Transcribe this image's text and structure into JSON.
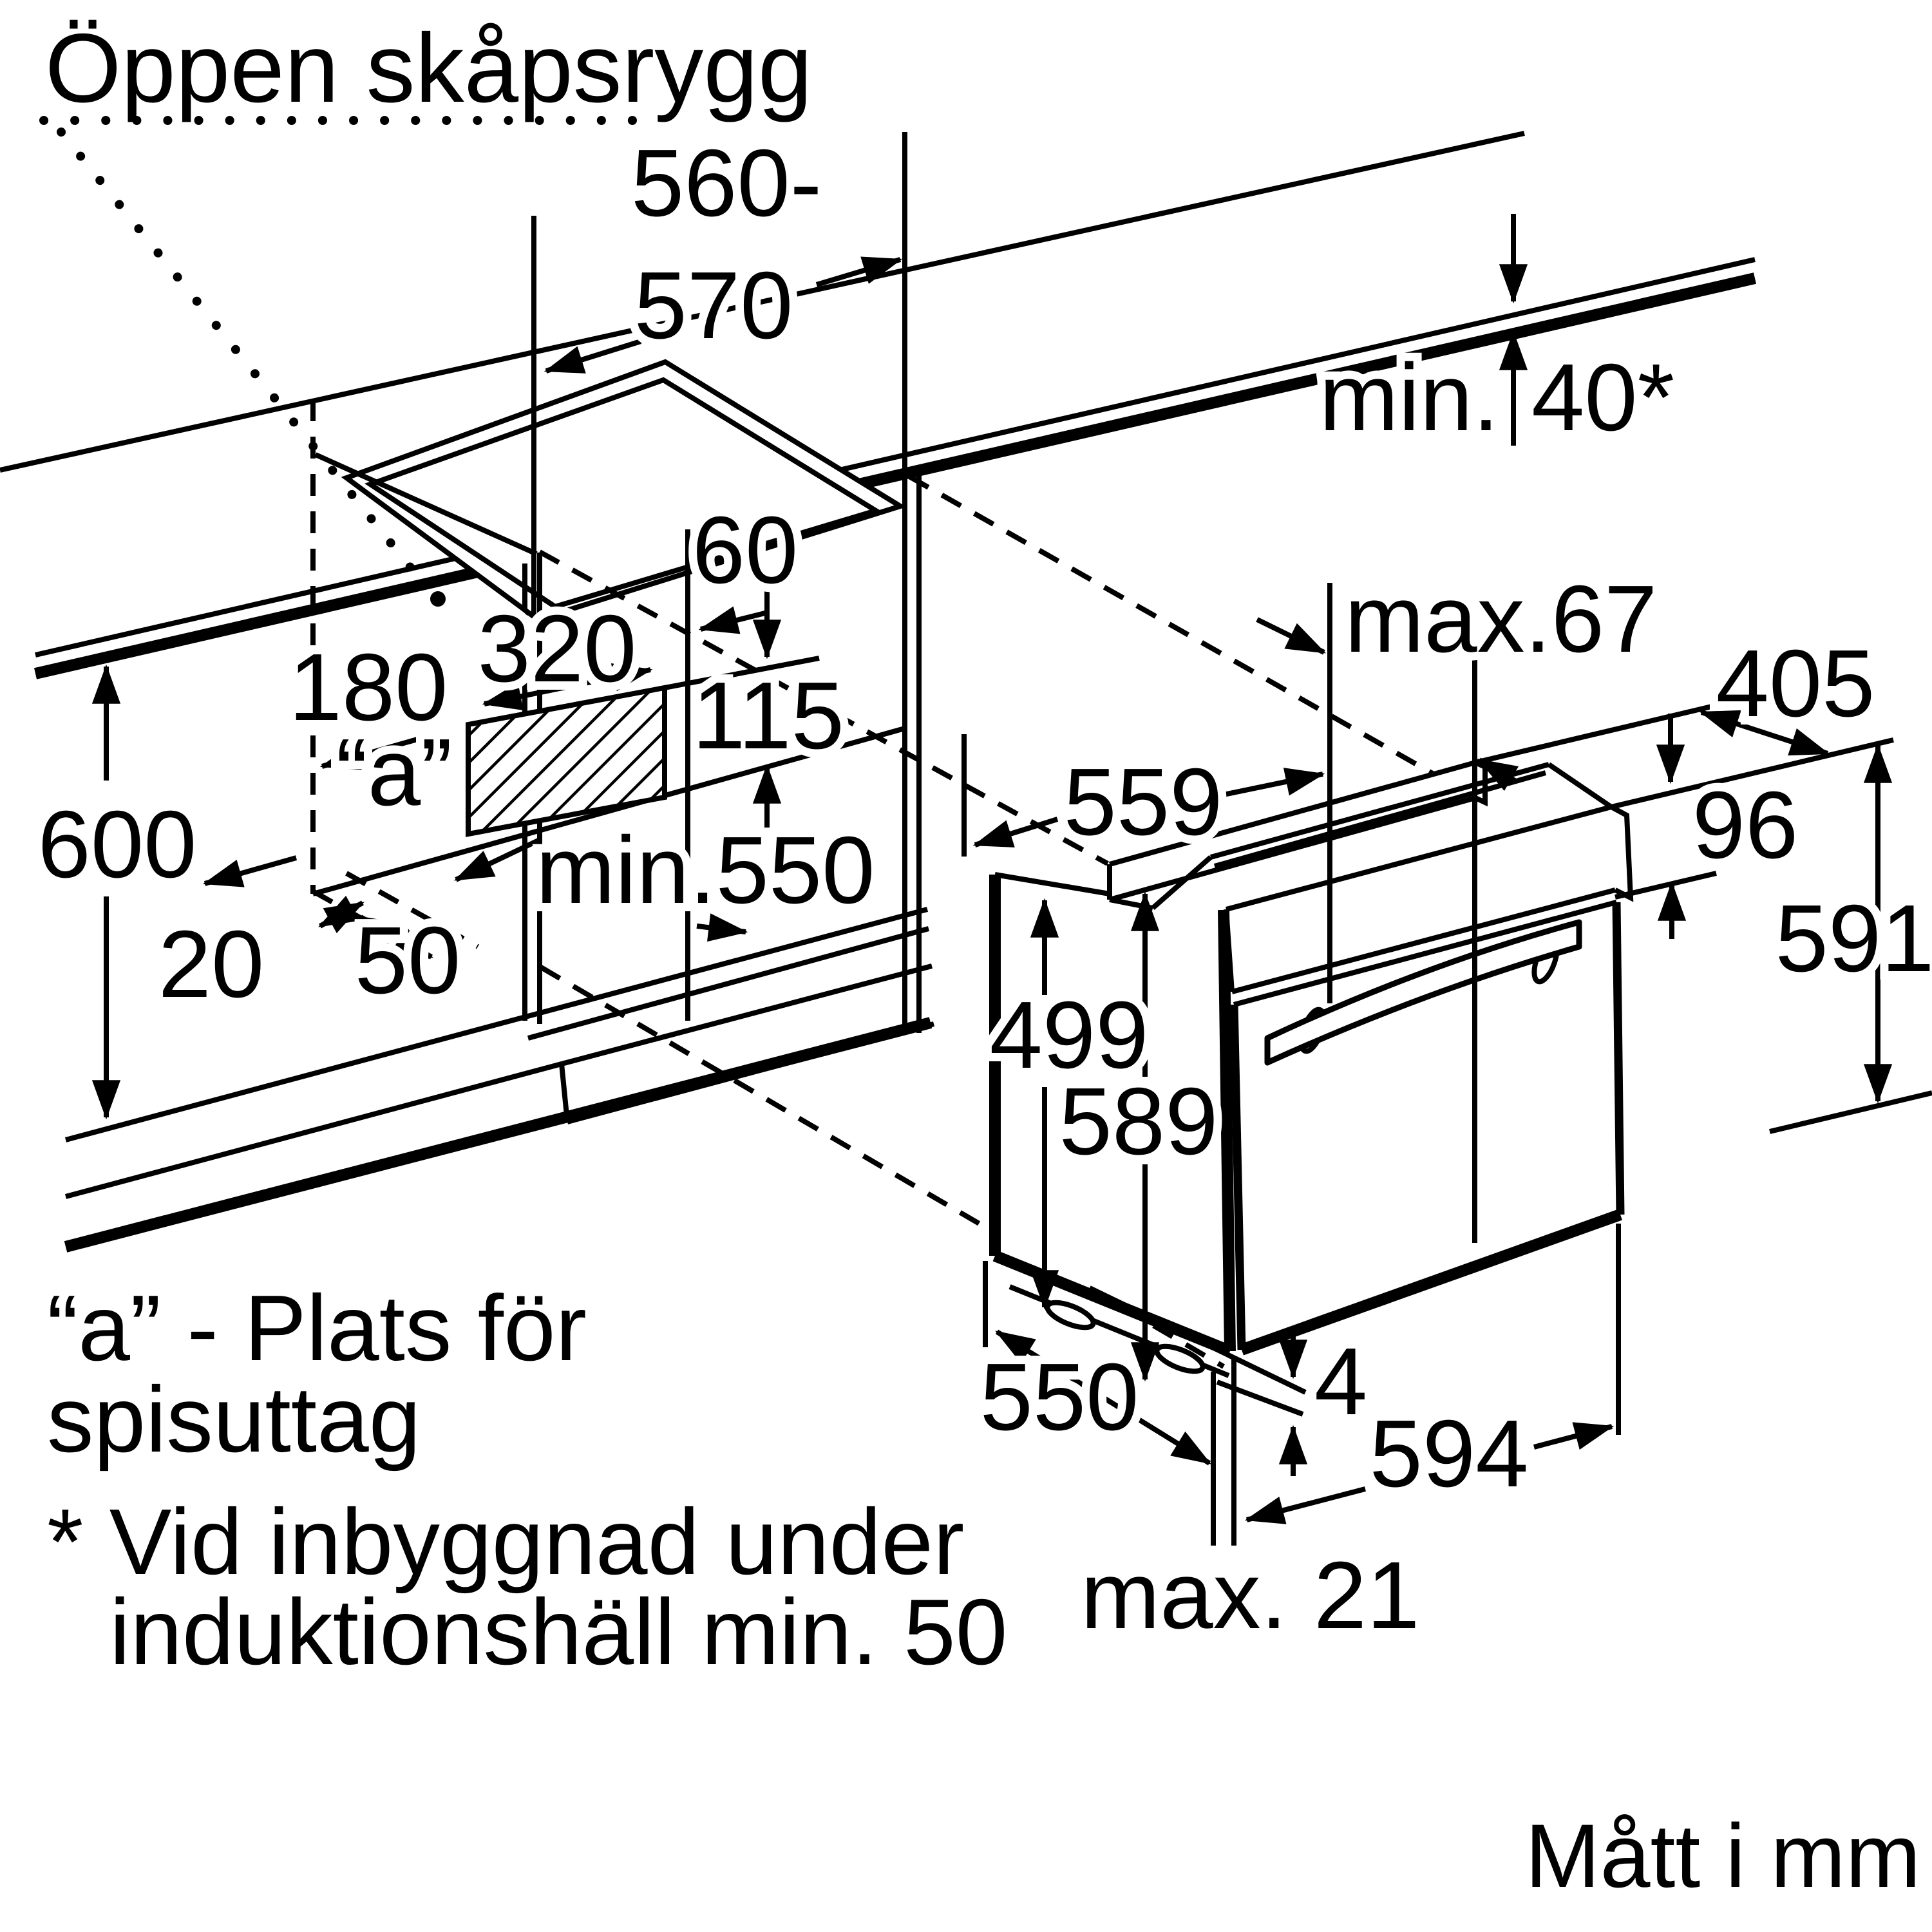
{
  "colors": {
    "ink": "#000000",
    "background": "#ffffff"
  },
  "notes": {
    "open_back": "Öppen skåpsrygg",
    "socket_line1": "“a”  - Plats för",
    "socket_line2": "spisuttag",
    "footnote_line1": "* Vid inbyggnad under",
    "footnote_line2": "induktionshäll min. 50",
    "units": "Mått i mm"
  },
  "dimensions": {
    "niche_width_line1": "560-",
    "niche_width_line2": "570",
    "worktop_clearance_prefix": "min.",
    "worktop_clearance_value": "40*",
    "cutout_offset": "180",
    "cutout_width": "320",
    "cutout_gap": "60",
    "cutout_height": "115",
    "socket_zone": "“a”",
    "niche_depth": "min.550",
    "bench_height": "600",
    "back_gap": "20",
    "side_gap": "50",
    "hob_depth_max": "max.67",
    "oven_top_depth": "405",
    "panel_height": "96",
    "oven_height": "591",
    "oven_body_depth": "559",
    "body_rear_height": "499",
    "front_height": "589",
    "body_depth": "550",
    "door_gap": "4",
    "oven_width": "594",
    "door_overhang": "max. 21"
  }
}
